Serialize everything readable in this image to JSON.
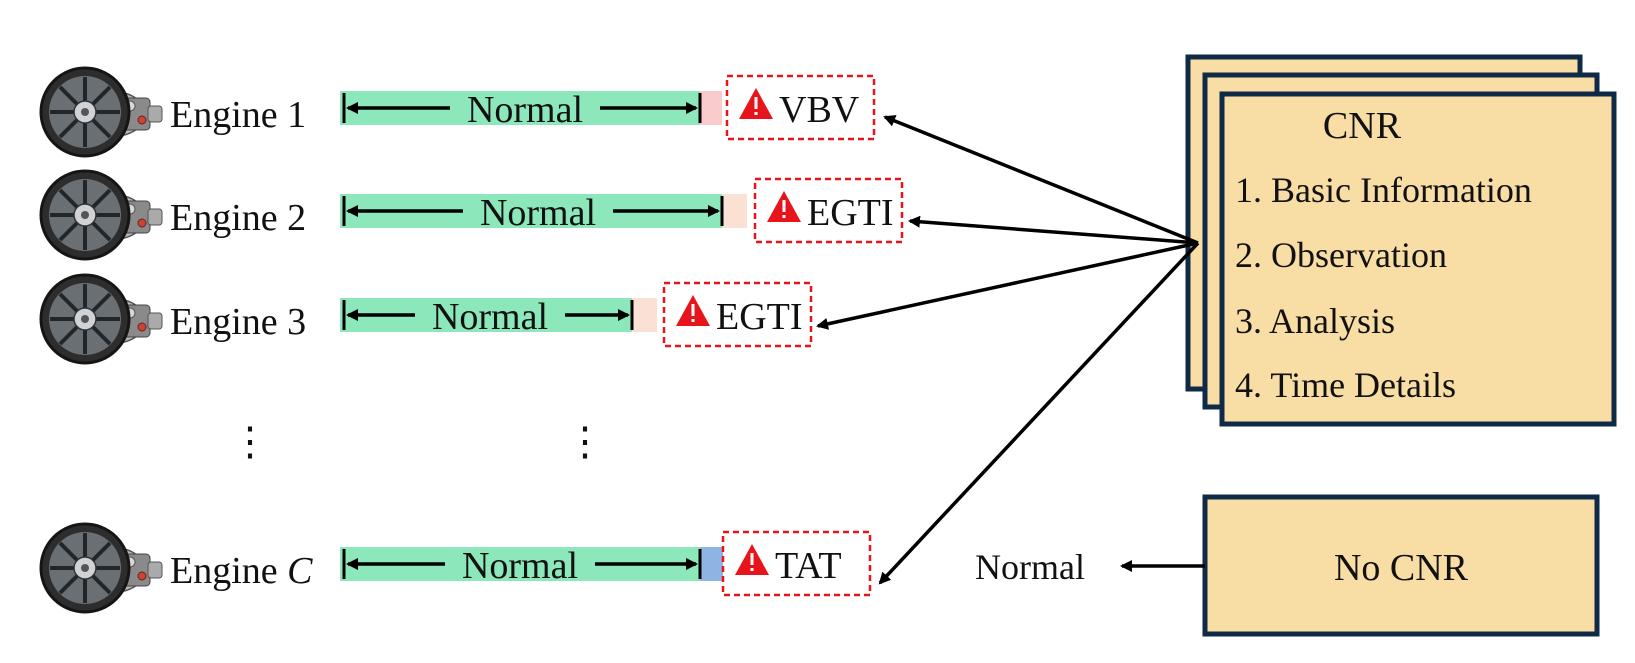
{
  "engines": [
    {
      "label_prefix": "Engine ",
      "label_id": "1",
      "bar_label": "Normal",
      "alert": "VBV",
      "tail_color": "#f8cccc"
    },
    {
      "label_prefix": "Engine ",
      "label_id": "2",
      "bar_label": "Normal",
      "alert": "EGTI",
      "tail_color": "#fbe1d3"
    },
    {
      "label_prefix": "Engine ",
      "label_id": "3",
      "bar_label": "Normal",
      "alert": "EGTI",
      "tail_color": "#fbe1d3"
    },
    {
      "label_prefix": "Engine ",
      "label_id": "C",
      "bar_label": "Normal",
      "alert": "TAT",
      "tail_color": "#8eb4e3"
    }
  ],
  "ellipsis": "⋮",
  "cnr_card": {
    "title": "CNR",
    "items": [
      "1. Basic Information",
      "2. Observation",
      "3. Analysis",
      "4. Time Details"
    ]
  },
  "no_cnr_box": {
    "label": "No CNR"
  },
  "no_cnr_result": "Normal",
  "colors": {
    "bar_fill": "#8ce8bb",
    "card_fill": "#f8dda5",
    "card_border": "#0e2a46",
    "alert_red": "#e8141b",
    "arrow": "#000000"
  },
  "icons": {
    "engine": "jet-engine-icon",
    "warning": "warning-triangle-icon"
  }
}
